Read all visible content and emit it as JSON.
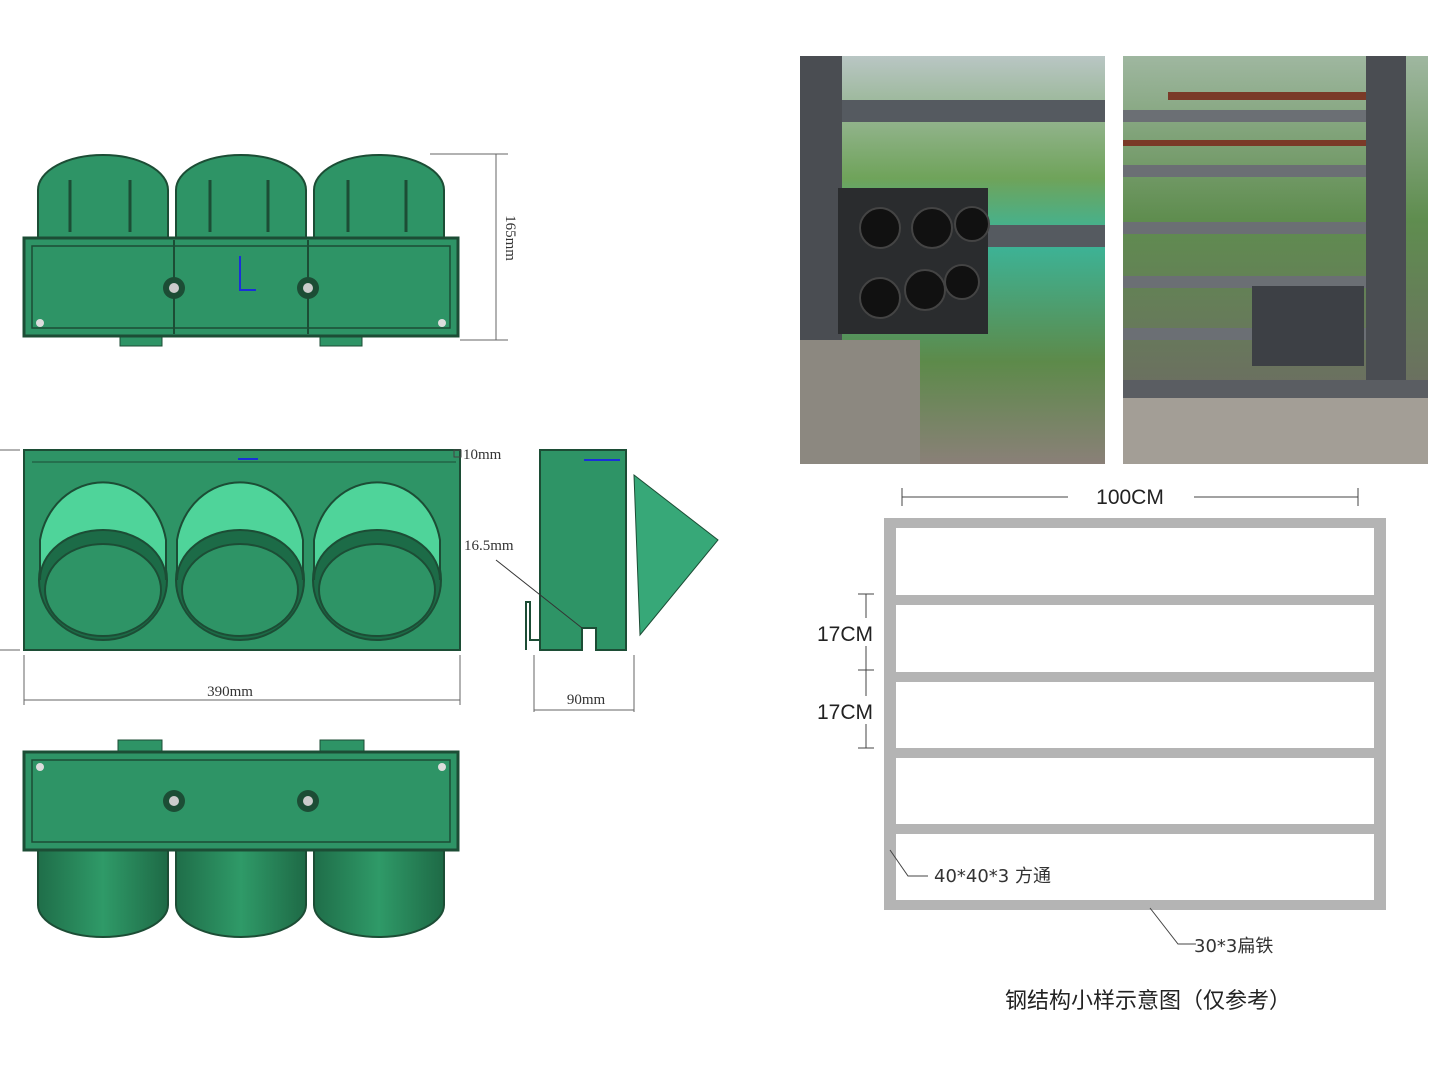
{
  "drawing": {
    "height_dim": "165mm",
    "lip_dim": "10mm",
    "slot_dim": "16.5mm",
    "width_dim": "390mm",
    "depth_dim": "90mm"
  },
  "frame": {
    "total_width": "100CM",
    "spacing_1": "17CM",
    "spacing_2": "17CM",
    "post_label": "40*40*3 方通",
    "bar_label": "30*3扁铁",
    "caption": "钢结构小样示意图（仅参考）"
  },
  "colors": {
    "product_green": "#2e9466",
    "light_green": "#4fd49a",
    "frame_gray": "#b4b4b4"
  }
}
